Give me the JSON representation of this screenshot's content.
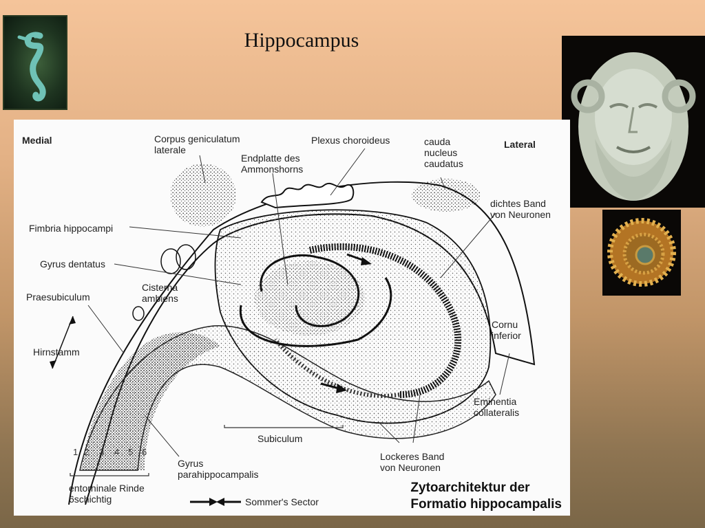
{
  "slide": {
    "title": "Hippocampus"
  },
  "diagram": {
    "orientation": {
      "medial": "Medial",
      "lateral": "Lateral"
    },
    "labels": {
      "corpus_geniculatum": "Corpus geniculatum\nlaterale",
      "plexus_choroideus": "Plexus choroideus",
      "endplatte": "Endplatte des\nAmmonshorns",
      "cauda_nucleus": "cauda\nnucleus\ncaudatus",
      "dichtes_band": "dichtes Band\nvon Neuronen",
      "fimbria": "Fimbria hippocampi",
      "gyrus_dentatus": "Gyrus dentatus",
      "cisterna": "Cisterna\nambiens",
      "praesubiculum": "Praesubiculum",
      "hirnstamm": "Hirnstamm",
      "cornu_inferior": "Cornu\ninferior",
      "eminentia": "Eminentia\ncollateralis",
      "subiculum": "Subiculum",
      "gyrus_parahippocampalis": "Gyrus\nparahippocampalis",
      "lockeres_band": "Lockeres Band\nvon Neuronen",
      "entorhinale": "entorhinale Rinde\n6schichtig",
      "sommer": "Sommer's Sector"
    },
    "layer_numbers": [
      "1",
      "2",
      "3",
      "4",
      "5",
      "6"
    ],
    "caption": "Zytoarchitektur der\nFormatio hippocampalis"
  }
}
